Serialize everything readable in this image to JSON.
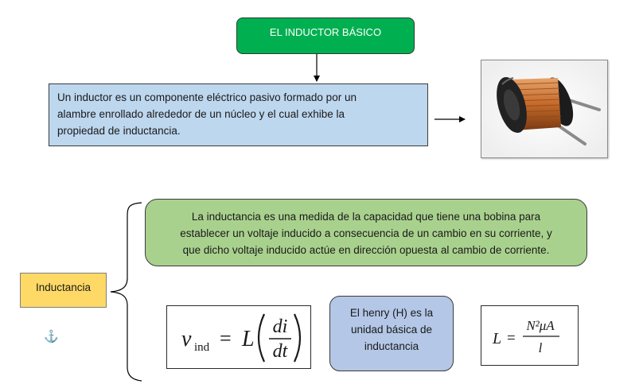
{
  "diagram": {
    "title": "EL INDUCTOR BÁSICO",
    "definition_lines": [
      "Un inductor es un componente eléctrico pasivo formado por un",
      "alambre enrollado alrededor de un núcleo y el cual exhibe la",
      "propiedad de inductancia."
    ],
    "inductance_label": "Inductancia",
    "inductance_definition_lines": [
      "La inductancia es una medida de la capacidad que tiene una bobina para",
      "establecer un voltaje inducido a consecuencia de un cambio en su corriente, y",
      "que dicho voltaje inducido actúe en dirección opuesta al cambio de corriente."
    ],
    "henry_lines": [
      "El henry (H) es la",
      "unidad básica de",
      "inductancia"
    ],
    "formula_induced_voltage": {
      "lhs": "v",
      "lhs_sub": "ind",
      "equals": "=",
      "factor": "L",
      "numerator": "di",
      "denominator": "dt"
    },
    "formula_inductance": {
      "lhs": "L",
      "equals": "=",
      "numerator": "N²μA",
      "denominator": "l"
    },
    "anchor_glyph": "⚓",
    "colors": {
      "title_fill": "#00b050",
      "definition_fill": "#bdd7ee",
      "inductance_definition_fill": "#a9d18e",
      "label_fill": "#ffd966",
      "henry_fill": "#b4c7e7"
    }
  }
}
